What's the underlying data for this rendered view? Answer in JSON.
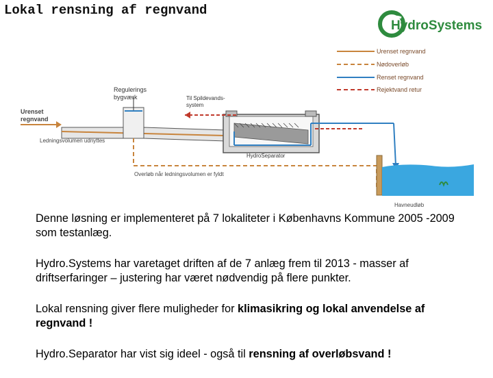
{
  "title": "Lokal rensning af regnvand",
  "logo": {
    "text": "HydroSystems",
    "color_green": "#2e8b3e",
    "color_blue": "#1f3d7a"
  },
  "colors": {
    "uncleaned": "#c8843c",
    "overflow": "#c8843c",
    "cleaned": "#2f7fc1",
    "reject": "#c0392b",
    "water": "#3aa7e0",
    "tank": "#d9d9d9"
  },
  "diagram": {
    "legend": [
      {
        "label": "Urenset regnvand",
        "style": "solid",
        "color": "#c8843c"
      },
      {
        "label": "Nødoverløb",
        "style": "dashed",
        "color": "#c8843c"
      },
      {
        "label": "Renset regnvand",
        "style": "solid",
        "color": "#2f7fc1"
      },
      {
        "label": "Rejektvand retur",
        "style": "dashed",
        "color": "#c0392b"
      }
    ],
    "labels": {
      "regulering": "Regulerings",
      "bygvaerk": "bygværk",
      "urenset1": "Urenset",
      "urenset2": "regnvand",
      "ledning": "Ledningsvolumen udnyttes",
      "spilde1": "Til Spildevands-",
      "spilde2": "system",
      "separator": "HydroSeparator",
      "overlob": "Overløb når ledningsvolumen er fyldt",
      "havn": "Havneudløb"
    }
  },
  "paragraphs": {
    "p1": "Denne løsning er implementeret på 7 lokaliteter i Københavns Kommune 2005 -2009 som testanlæg.",
    "p2": "Hydro.Systems har varetaget driften af de 7 anlæg frem til 2013 - masser af driftserfaringer – justering har været nødvendig på flere punkter.",
    "p3_pre": "Lokal rensning giver flere muligheder for ",
    "p3_bold": "klimasikring og lokal anvendelse af regnvand !",
    "p4_pre": "Hydro.Separator har vist sig ideel - også til ",
    "p4_bold": "rensning af overløbsvand !"
  }
}
